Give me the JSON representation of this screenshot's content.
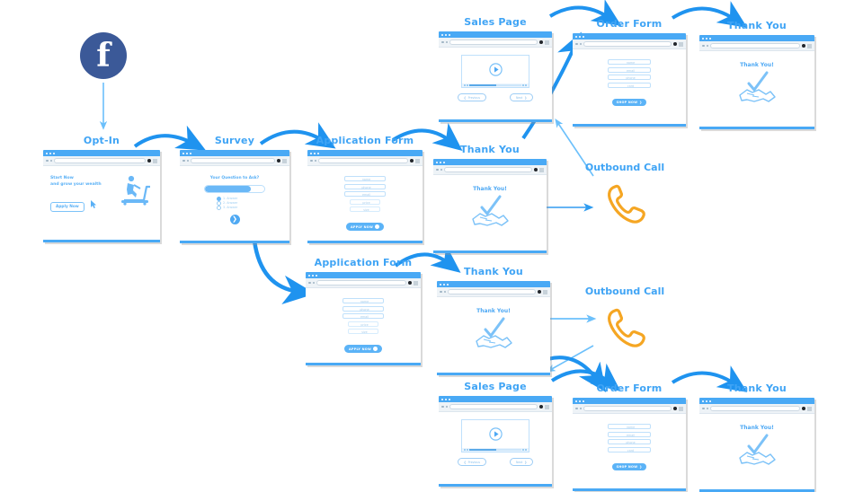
{
  "theme": {
    "accent": "#3fa4f5",
    "browser_bar": "#49a9f5",
    "facebook_blue": "#3b5998",
    "phone_orange": "#f5a623",
    "arrow_blue": "#2e9cf0"
  },
  "source": {
    "name": "facebook-logo",
    "glyph": "f",
    "label": "Facebook"
  },
  "nodes": [
    {
      "id": "optin",
      "title": "Opt-In",
      "page": {
        "type": "optin",
        "headline_line1": "Start Now",
        "headline_line2": "and grow your wealth",
        "button": "Apply Now",
        "illustration": "treadmill-runner-icon"
      }
    },
    {
      "id": "survey",
      "title": "Survey",
      "page": {
        "type": "survey",
        "question": "Your Question to Ask?",
        "progress_percent": 78,
        "answers": [
          "1. Answer",
          "2. Answer",
          "3. Answer"
        ],
        "selected_answer": 0,
        "next_button": "next-arrow-icon"
      }
    },
    {
      "id": "application-form-1",
      "title": "Application Form",
      "page": {
        "type": "form",
        "fields": [
          "name",
          "phone",
          "email",
          "price",
          "size"
        ],
        "button": "APPLY NOW"
      }
    },
    {
      "id": "thank-you-1",
      "title": "Thank You",
      "page": {
        "type": "thankyou",
        "headline": "Thank You!",
        "illustration": "handshake-check-icon"
      }
    },
    {
      "id": "sales-page-top",
      "title": "Sales Page",
      "page": {
        "type": "sales",
        "media": "video-player-icon",
        "play": "play-icon",
        "prev_button": "Previous",
        "next_button": "Next"
      }
    },
    {
      "id": "order-form-top",
      "title": "Order Form",
      "page": {
        "type": "form",
        "fields": [
          "name",
          "email",
          "phone",
          "card"
        ],
        "button": "SHOP NOW"
      }
    },
    {
      "id": "thank-you-top",
      "title": "Thank You",
      "page": {
        "type": "thankyou",
        "headline": "Thank You!",
        "illustration": "handshake-check-icon"
      }
    },
    {
      "id": "application-form-2",
      "title": "Application Form",
      "page": {
        "type": "form",
        "fields": [
          "name",
          "phone",
          "email",
          "price",
          "size"
        ],
        "button": "APPLY NOW"
      }
    },
    {
      "id": "thank-you-2",
      "title": "Thank You",
      "page": {
        "type": "thankyou",
        "headline": "Thank You!",
        "illustration": "handshake-check-icon"
      }
    },
    {
      "id": "sales-page-bottom",
      "title": "Sales Page",
      "page": {
        "type": "sales",
        "media": "video-player-icon",
        "play": "play-icon",
        "prev_button": "Previous",
        "next_button": "Next"
      }
    },
    {
      "id": "order-form-bottom",
      "title": "Order Form",
      "page": {
        "type": "form",
        "fields": [
          "name",
          "email",
          "phone",
          "card"
        ],
        "button": "SHOP NOW"
      }
    },
    {
      "id": "thank-you-bottom",
      "title": "Thank You",
      "page": {
        "type": "thankyou",
        "headline": "Thank You!",
        "illustration": "handshake-check-icon"
      }
    }
  ],
  "calls": [
    {
      "id": "outbound-call-1",
      "label": "Outbound Call",
      "icon": "phone-handset-icon"
    },
    {
      "id": "outbound-call-2",
      "label": "Outbound Call",
      "icon": "phone-handset-icon"
    }
  ]
}
